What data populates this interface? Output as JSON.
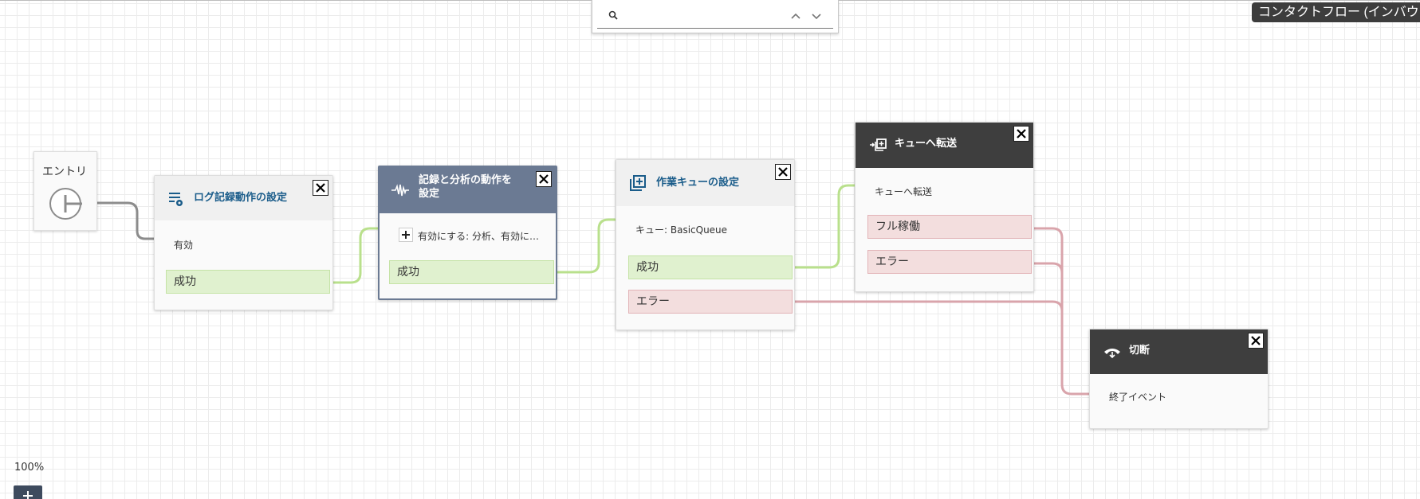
{
  "search": {
    "value": "",
    "placeholder": ""
  },
  "flow_title": "コンタクトフロー (インバウンド)",
  "entry": {
    "label": "エントリ"
  },
  "blocks": {
    "log": {
      "title": "ログ記録動作の設定",
      "param": "有効",
      "success": "成功"
    },
    "analytics": {
      "title_line1": "記録と分析の動作を",
      "title_line2": "設定",
      "param": "有効にする: 分析、有効に…",
      "success": "成功"
    },
    "queue": {
      "title": "作業キューの設定",
      "param": "キュー: BasicQueue",
      "success": "成功",
      "error": "エラー"
    },
    "transfer": {
      "title": "キューへ転送",
      "param": "キューへ転送",
      "at_capacity": "フル稼働",
      "error": "エラー"
    },
    "disconnect": {
      "title": "切断",
      "param": "終了イベント"
    }
  },
  "zoom": {
    "level": "100%"
  },
  "colors": {
    "success_wire": "#b9e08c",
    "error_wire": "#d9a4ab",
    "entry_wire": "#8c8c8c",
    "title_blue": "#1a5c8a"
  }
}
